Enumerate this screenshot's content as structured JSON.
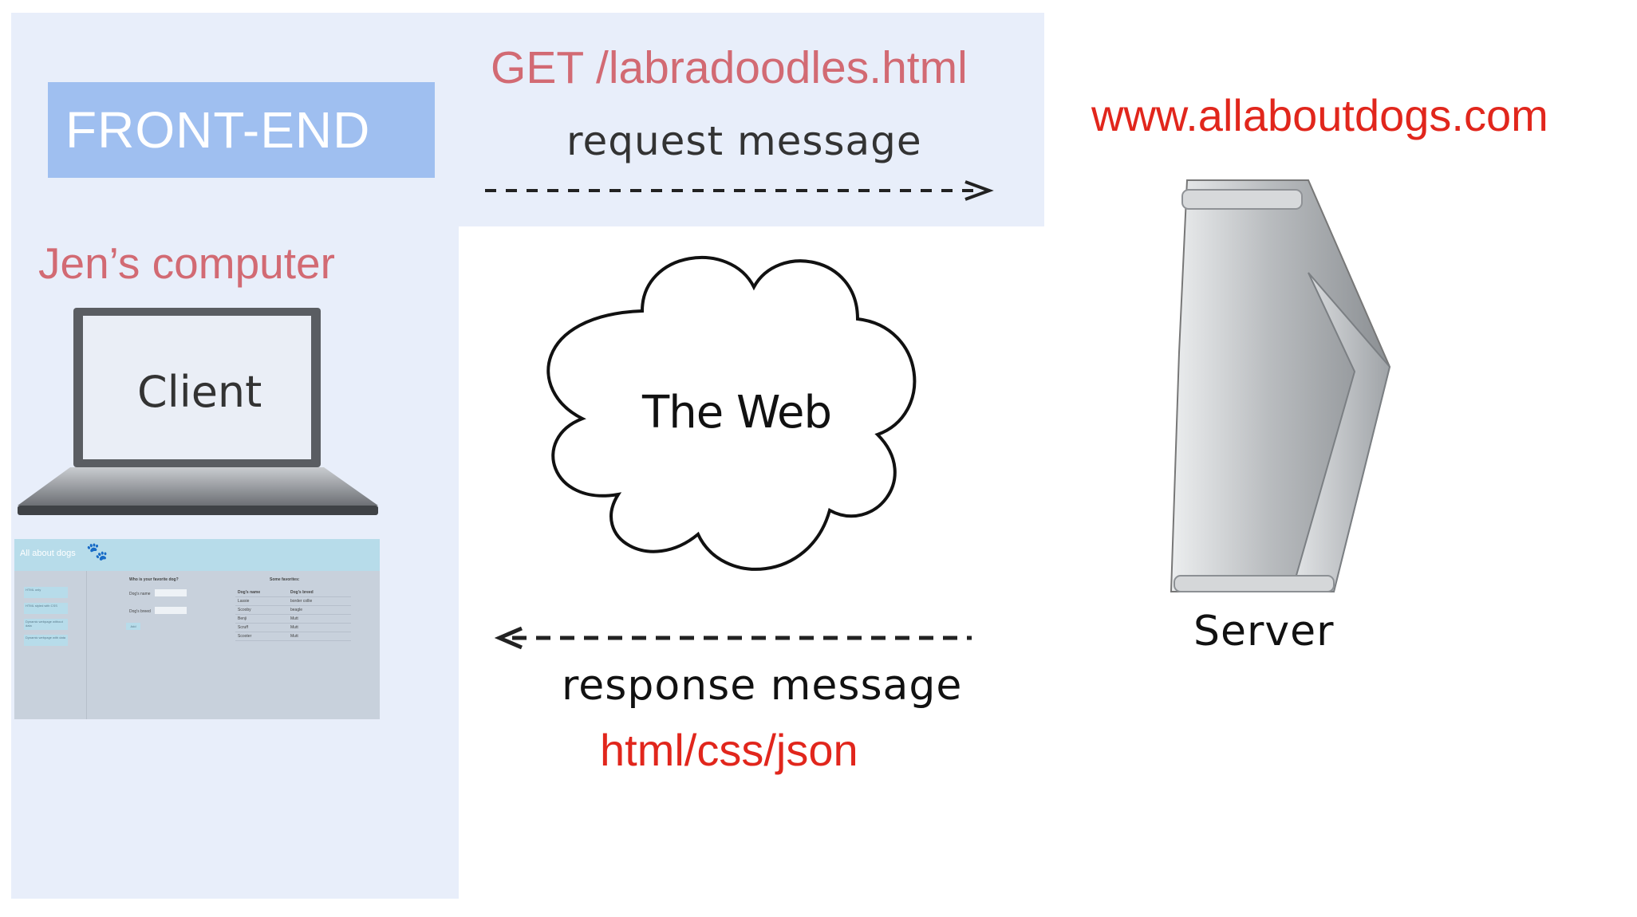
{
  "front_end_badge": "FRONT-END",
  "request": {
    "line": "GET /labradoodles.html",
    "label": "request message"
  },
  "response": {
    "label": "response message",
    "formats": "html/css/json"
  },
  "client": {
    "title": "Jen’s computer",
    "label": "Client"
  },
  "web": {
    "label": "The Web"
  },
  "server": {
    "host": "www.allaboutdogs.com",
    "label": "Server"
  },
  "thumbnail": {
    "site_title": "All about dogs",
    "nav_items": [
      "HTML only",
      "HTML styled with CSS",
      "Dynamic webpage without data",
      "Dynamic webpage with data"
    ],
    "form_title": "Who is your favorite dog?",
    "fields": [
      "Dog's name",
      "Dog's breed"
    ],
    "submit": "Add",
    "table_title": "Some favorites:",
    "table_headers": [
      "Dog's name",
      "Dog's breed"
    ],
    "table_rows": [
      [
        "Lassie",
        "border collie"
      ],
      [
        "Scooby",
        "beagle"
      ],
      [
        "Benji",
        "Mutt"
      ],
      [
        "Scruff",
        "Mutt"
      ],
      [
        "Scooter",
        "Mutt"
      ]
    ]
  },
  "colors": {
    "panel_bg": "#e8eefa",
    "badge_bg": "#9fbff0",
    "request_text": "#d26a73",
    "highlight_red": "#e1261c"
  }
}
